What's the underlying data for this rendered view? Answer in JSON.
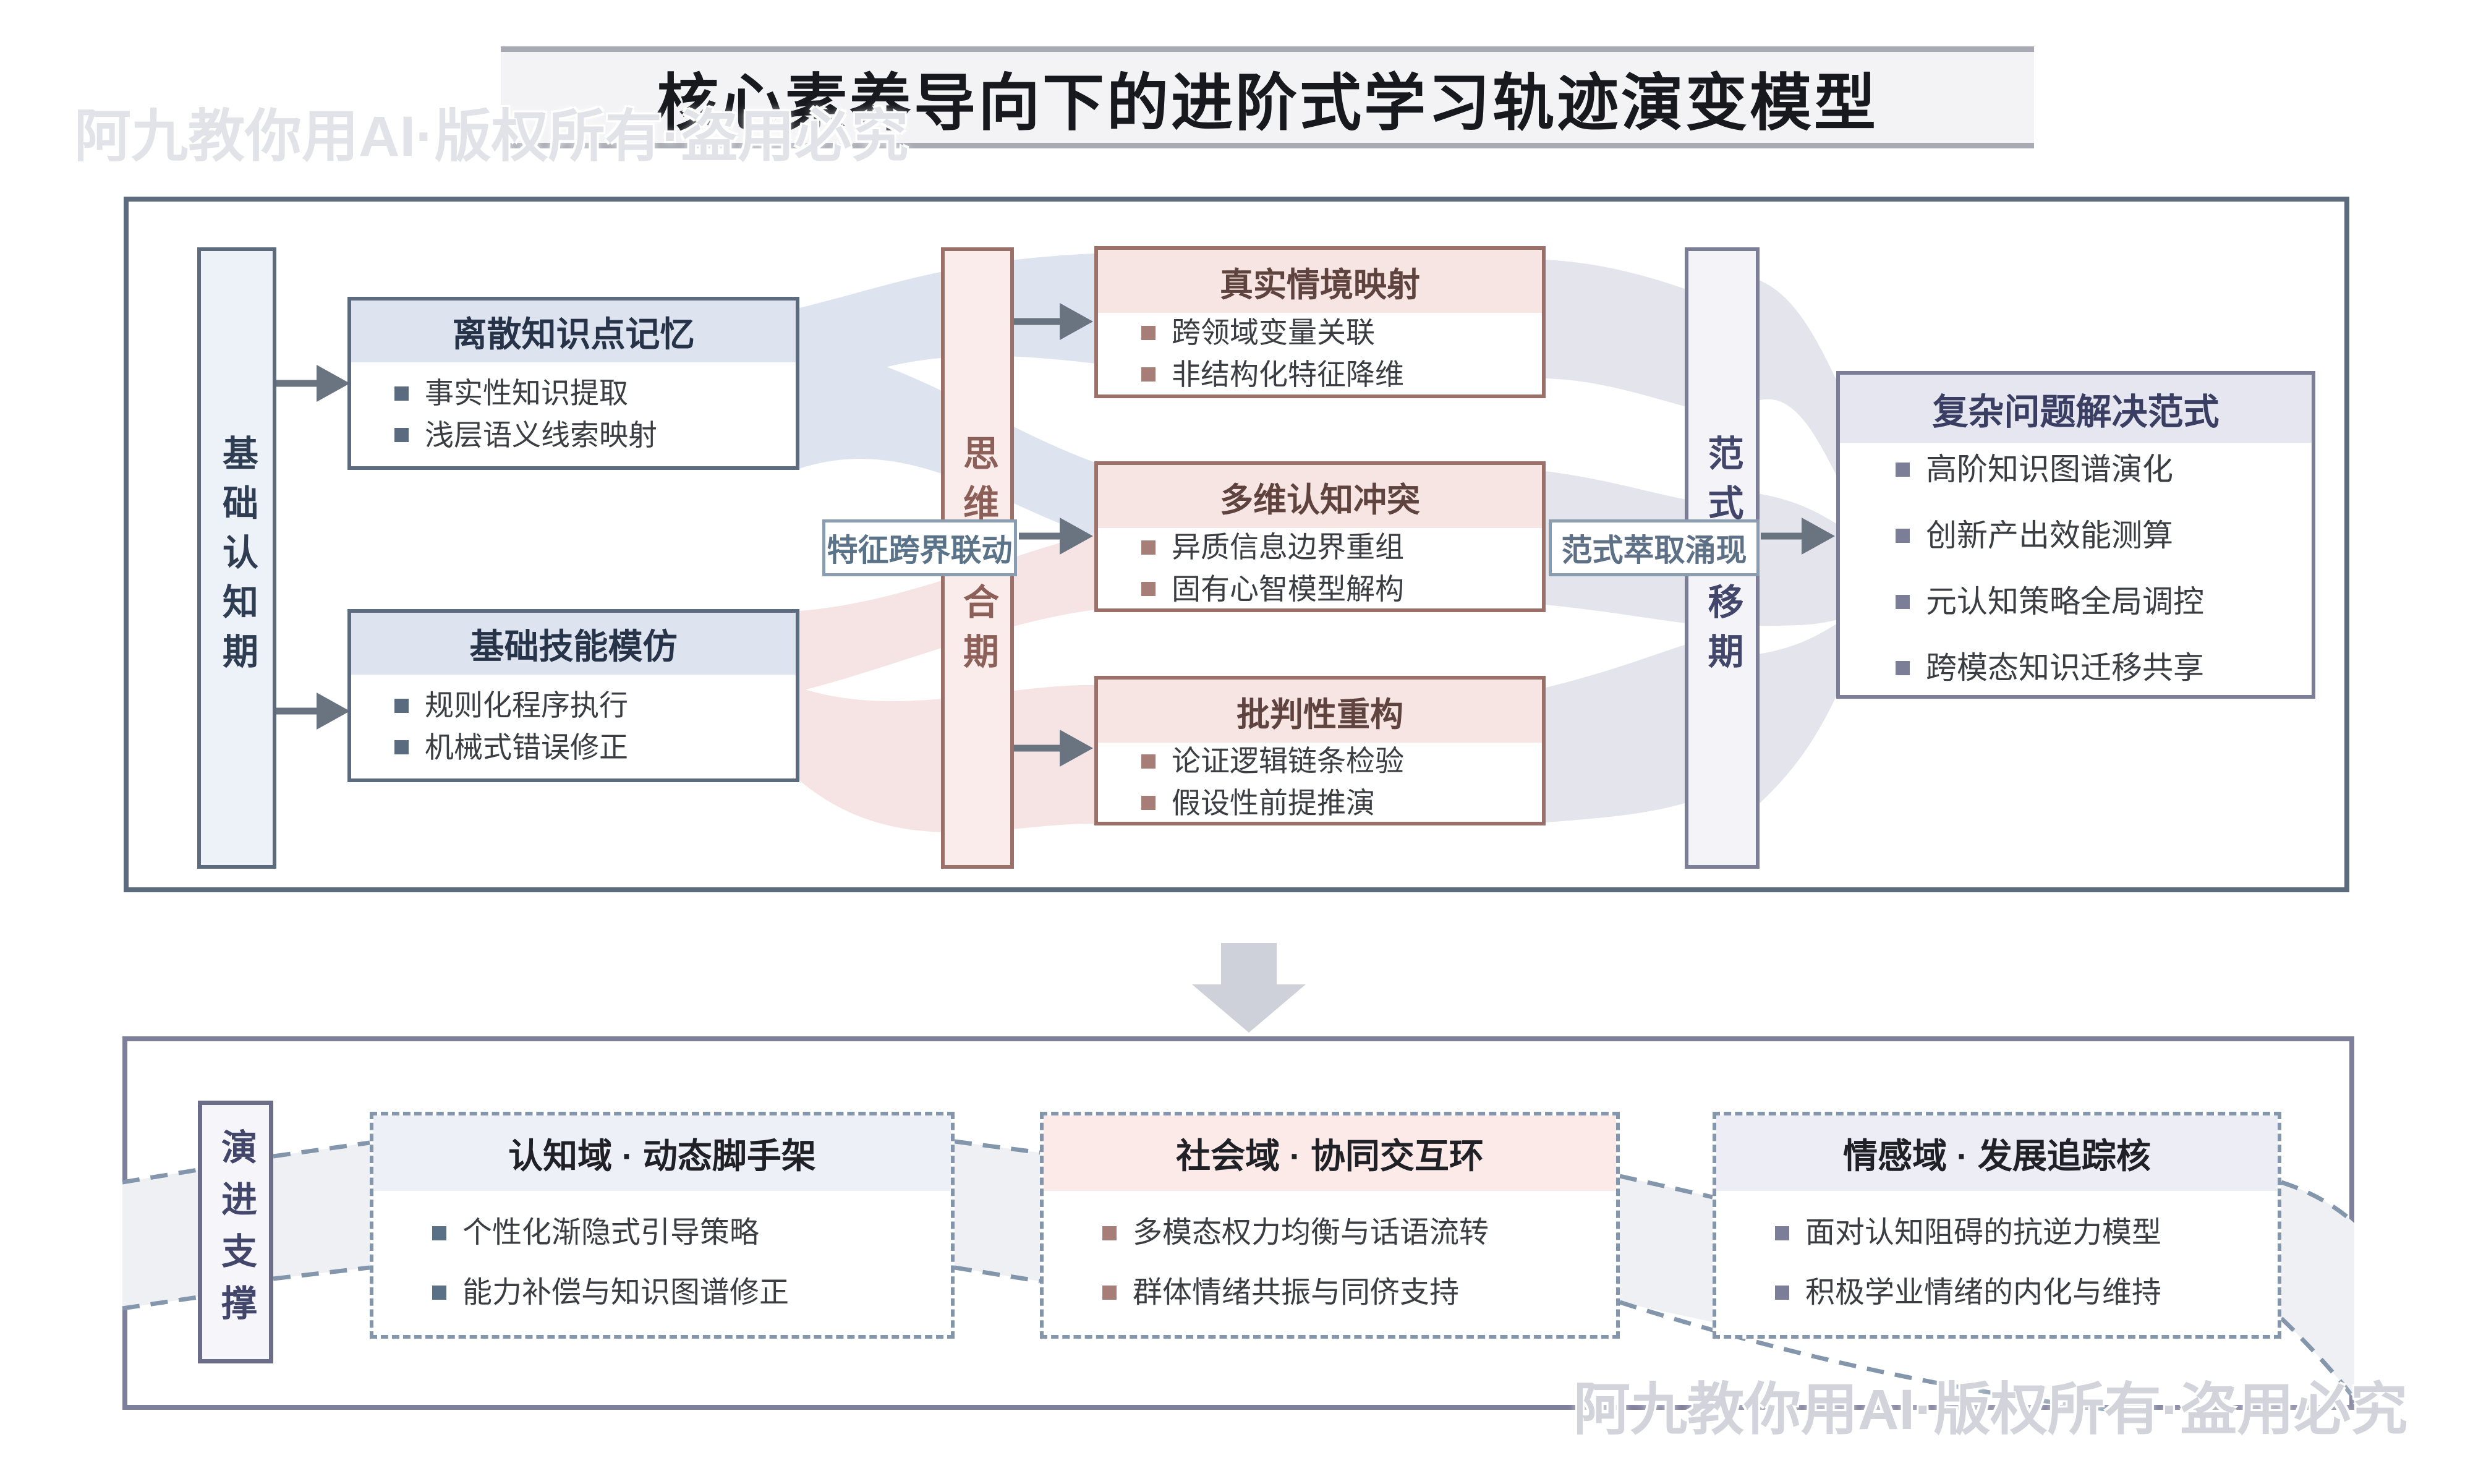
{
  "title": {
    "text": "核心素养导向下的进阶式学习轨迹演变模型"
  },
  "watermark": {
    "text": "阿九教你用AI·版权所有·盗用必究"
  },
  "colors": {
    "panel_top_border": "#5c6b7d",
    "panel_bottom_border": "#7e7f9a",
    "ribbon_blue": "#dde4ef",
    "ribbon_pink": "#f5e4e3",
    "ribbon_gray": "#e4e5ec",
    "band_fill": "#eff0f4",
    "dash_stroke": "#8496ab",
    "arrow": "#6a7380",
    "down_arrow": "#ced1d9",
    "pink_border": "#9b7069",
    "purple_border": "#7b7e96"
  },
  "top_panel": {
    "stage_left": {
      "label": "基础认知期"
    },
    "stage_mid": {
      "label": "思维整合期"
    },
    "stage_right": {
      "label": "范式迁移期"
    },
    "label_feature": {
      "text": "特征跨界联动"
    },
    "label_extract": {
      "text": "范式萃取涌现"
    },
    "box_discrete": {
      "title": "离散知识点记忆",
      "bullets": [
        "事实性知识提取",
        "浅层语义线索映射"
      ]
    },
    "box_skill": {
      "title": "基础技能模仿",
      "bullets": [
        "规则化程序执行",
        "机械式错误修正"
      ]
    },
    "box_context": {
      "title": "真实情境映射",
      "bullets": [
        "跨领域变量关联",
        "非结构化特征降维"
      ]
    },
    "box_conflict": {
      "title": "多维认知冲突",
      "bullets": [
        "异质信息边界重组",
        "固有心智模型解构"
      ]
    },
    "box_critical": {
      "title": "批判性重构",
      "bullets": [
        "论证逻辑链条检验",
        "假设性前提推演"
      ]
    },
    "box_paradigm": {
      "title": "复杂问题解决范式",
      "bullets": [
        "高阶知识图谱演化",
        "创新产出效能测算",
        "元认知策略全局调控",
        "跨模态知识迁移共享"
      ]
    }
  },
  "bottom_panel": {
    "stage": {
      "label": "演进支撑"
    },
    "box_cognitive": {
      "title": "认知域 · 动态脚手架",
      "bullets": [
        "个性化渐隐式引导策略",
        "能力补偿与知识图谱修正"
      ]
    },
    "box_social": {
      "title": "社会域 · 协同交互环",
      "bullets": [
        "多模态权力均衡与话语流转",
        "群体情绪共振与同侪支持"
      ]
    },
    "box_affective": {
      "title": "情感域 · 发展追踪核",
      "bullets": [
        "面对认知阻碍的抗逆力模型",
        "积极学业情绪的内化与维持"
      ]
    }
  }
}
